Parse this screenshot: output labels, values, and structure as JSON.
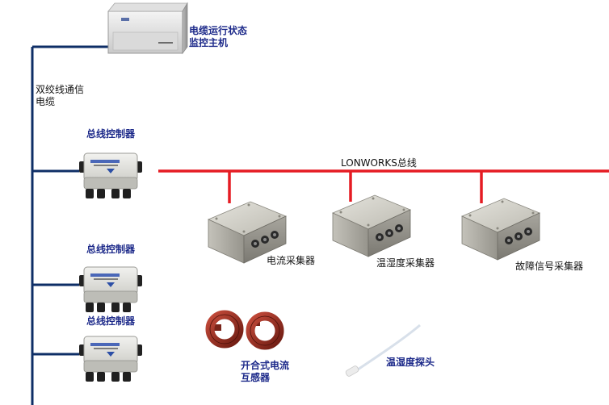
{
  "host": {
    "name_line1": "电缆运行状态",
    "name_line2": "监控主机"
  },
  "cable": {
    "line1": "双绞线通信",
    "line2": "电缆"
  },
  "bus_controllers": [
    "总线控制器",
    "总线控制器",
    "总线控制器"
  ],
  "lonworks_bus": "LONWORKS总线",
  "collectors": [
    "电流采集器",
    "温湿度采集器",
    "故障信号采集器"
  ],
  "ct_sensor": {
    "line1": "开合式电流",
    "line2": "互感器"
  },
  "probe": "温湿度探头",
  "colors": {
    "backbone": "#0e2e66",
    "bus": "#e51c23",
    "label_blue": "#1d2a8a"
  }
}
